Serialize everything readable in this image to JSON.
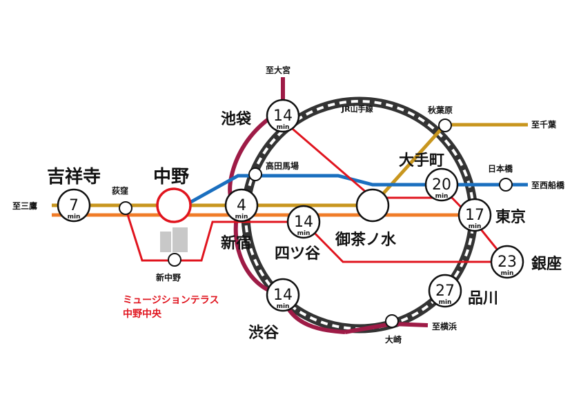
{
  "colors": {
    "yamanote_outer": "#333333",
    "yamanote_dash": "#ffffff",
    "saikyo": "#9e1b46",
    "marunouchi": "#e0141e",
    "tozai": "#1a6fbf",
    "chuo_sobu": "#c8961e",
    "chuo_rapid": "#f07c28",
    "nakano_ring": "#e0141e",
    "building": "#c8c8c8"
  },
  "lines": {
    "yamanote_label": "JR山手線"
  },
  "destinations": {
    "omiya": "至大宮",
    "chiba": "至千葉",
    "nishifunabashi": "至西船橋",
    "mitaka": "至三鷹",
    "yokohama": "至横浜"
  },
  "time_unit": "min",
  "stations": {
    "kichijoji": {
      "name": "吉祥寺",
      "minutes": "7"
    },
    "nakano": {
      "name": "中野"
    },
    "shinjuku": {
      "name": "新宿",
      "minutes": "4"
    },
    "ikebukuro": {
      "name": "池袋",
      "minutes": "14"
    },
    "yotsuya": {
      "name": "四ツ谷",
      "minutes": "14"
    },
    "shibuya": {
      "name": "渋谷",
      "minutes": "14"
    },
    "ochanomizu": {
      "name": "御茶ノ水"
    },
    "otemachi": {
      "name": "大手町",
      "minutes": "20"
    },
    "tokyo": {
      "name": "東京",
      "minutes": "17"
    },
    "ginza": {
      "name": "銀座",
      "minutes": "23"
    },
    "shinagawa": {
      "name": "品川",
      "minutes": "27"
    },
    "ogikubo": {
      "name": "荻窪"
    },
    "shin_nakano": {
      "name": "新中野"
    },
    "takadanobaba": {
      "name": "高田馬場"
    },
    "akihabara": {
      "name": "秋葉原"
    },
    "nihonbashi": {
      "name": "日本橋"
    },
    "osaki": {
      "name": "大崎"
    }
  },
  "property": {
    "line1": "ミュージションテラス",
    "line2": "中野中央"
  }
}
